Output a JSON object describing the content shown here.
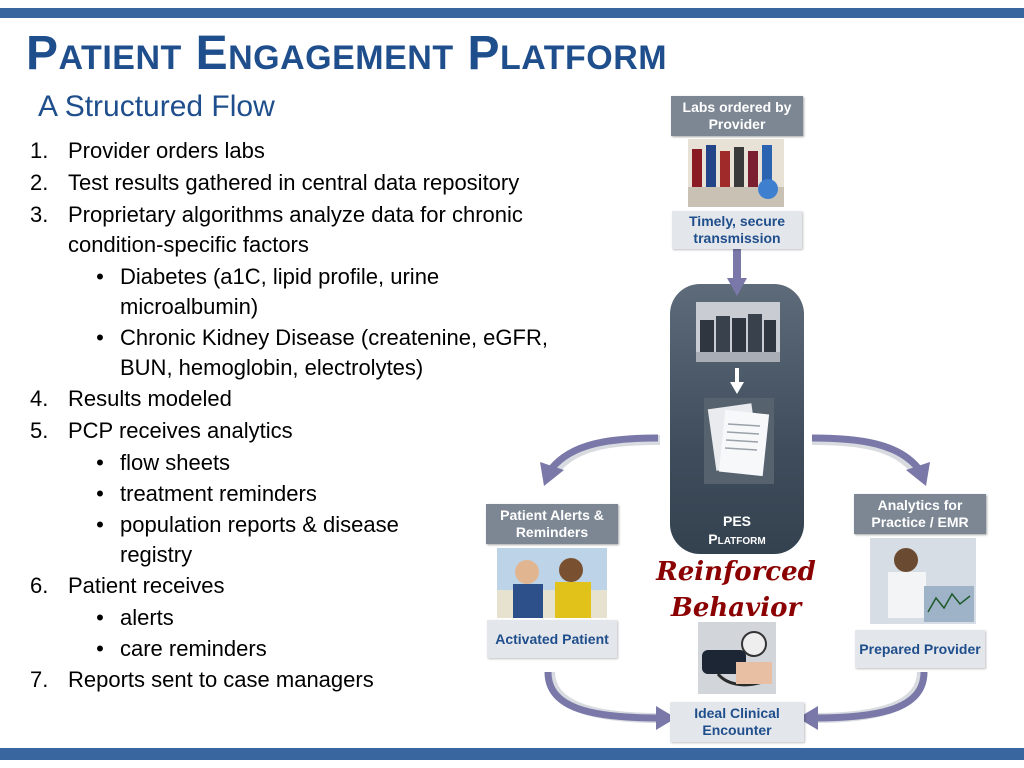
{
  "title": "Patient Engagement Platform",
  "subtitle": "A Structured Flow",
  "steps": [
    {
      "num": "1.",
      "text": "Provider orders labs"
    },
    {
      "num": "2.",
      "text": "Test results gathered in central data repository"
    },
    {
      "num": "3.",
      "text": "Proprietary algorithms analyze data for chronic condition-specific factors",
      "subs": [
        "Diabetes (a1C, lipid profile, urine microalbumin)",
        "Chronic Kidney Disease (createnine, eGFR, BUN, hemoglobin, electrolytes)"
      ]
    },
    {
      "num": "4.",
      "text": "Results modeled"
    },
    {
      "num": "5.",
      "text": "PCP receives analytics",
      "subs": [
        "flow sheets",
        "treatment reminders",
        "population reports & disease registry"
      ]
    },
    {
      "num": "6.",
      "text": "Patient receives",
      "subs": [
        "alerts",
        "care reminders"
      ]
    },
    {
      "num": "7.",
      "text": "Reports sent to case managers"
    }
  ],
  "bullet": "•",
  "diagram": {
    "labs_ordered": "Labs ordered by Provider",
    "timely_secure": "Timely, secure transmission",
    "platform_line1": "PES",
    "platform_line2": "Platform",
    "reinforced_line1": "Reinforced",
    "reinforced_line2": "Behavior",
    "patient_alerts": "Patient Alerts & Reminders",
    "activated_patient": "Activated Patient",
    "analytics": "Analytics for Practice / EMR",
    "prepared_provider": "Prepared Provider",
    "ideal_encounter": "Ideal Clinical Encounter"
  },
  "colors": {
    "title": "#1f4e8c",
    "bar": "#3a66a0",
    "arrow": "#7a78a8",
    "reinforced": "#8b0000"
  }
}
